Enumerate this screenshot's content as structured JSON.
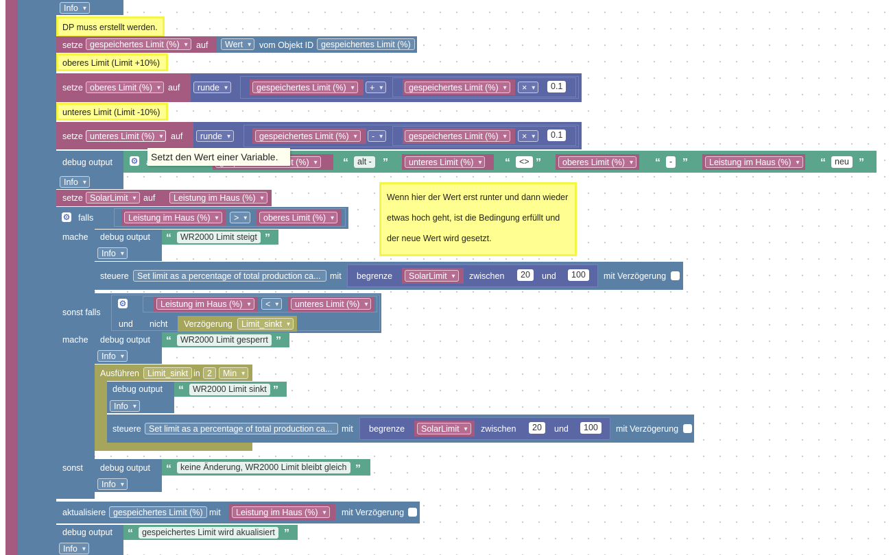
{
  "colors": {
    "variable": "#a55b80",
    "proc": "#5b80a5",
    "logic": "#5ba55b",
    "math": "#5b67a5",
    "text": "#5ba58c",
    "timeout": "#a5a55b",
    "comment": "#fefe91"
  },
  "top": {
    "info": "Info"
  },
  "notes": {
    "dp": "DP muss erstellt werden.",
    "oberes": "oberes Limit (Limit +10%)",
    "unteres": "unteres Limit (Limit -10%)"
  },
  "set1": {
    "setze": "setze",
    "var": "gespeichertes Limit (%)",
    "auf": "auf",
    "wert": "Wert",
    "vom": "vom Objekt ID",
    "oid": "gespeichertes Limit (%)"
  },
  "set2": {
    "setze": "setze",
    "var": "oberes Limit (%)",
    "auf": "auf",
    "runde": "runde",
    "a": "gespeichertes Limit (%)",
    "op": "+",
    "b": "gespeichertes Limit (%)",
    "mul": "×",
    "num": "0.1"
  },
  "set3": {
    "setze": "setze",
    "var": "unteres Limit (%)",
    "auf": "auf",
    "runde": "runde",
    "a": "gespeichertes Limit (%)",
    "op": "-",
    "b": "gespeichertes Limit (%)",
    "mul": "×",
    "num": "0.1"
  },
  "tooltip": "Setzt den Wert einer Variable.",
  "dbg1": {
    "label": "debug output",
    "a": "a",
    "v1": "gespeichertes Limit (%)",
    "t1": "alt -",
    "v2": "unteres Limit (%)",
    "t2": "<>",
    "v3": "oberes Limit (%)",
    "t3": "-",
    "v4": "Leistung im Haus (%)",
    "t4": "neu",
    "info": "Info"
  },
  "set4": {
    "setze": "setze",
    "var": "SolarLimit",
    "auf": "auf",
    "val": "Leistung im Haus (%)"
  },
  "comment": {
    "l1": "Wenn hier der Wert erst runter und dann wieder",
    "l2": "etwas hoch geht, ist die Bedingung erfüllt und",
    "l3": "der neue Wert wird gesetzt."
  },
  "if1": {
    "falls": "falls",
    "a": "Leistung im Haus (%)",
    "op": ">",
    "b": "oberes Limit (%)",
    "mache": "mache"
  },
  "dbg2": {
    "label": "debug output",
    "text": "WR2000 Limit steigt",
    "info": "Info"
  },
  "ctl1": {
    "steuere": "steuere",
    "obj": "Set limit as a percentage of total production ca...",
    "mit": "mit",
    "begrenze": "begrenze",
    "var": "SolarLimit",
    "zwischen": "zwischen",
    "min": "20",
    "und": "und",
    "max": "100",
    "delay": "mit Verzögerung"
  },
  "elif": {
    "sonst_falls": "sonst falls",
    "a": "Leistung im Haus (%)",
    "op": "<",
    "b": "unteres Limit (%)",
    "und": "und",
    "nicht": "nicht",
    "timer_lbl": "Verzögerung",
    "timer": "Limit_sinkt",
    "mache": "mache"
  },
  "dbg3": {
    "label": "debug output",
    "text": "WR2000 Limit gesperrt",
    "info": "Info"
  },
  "timeout": {
    "label": "Ausführen",
    "name": "Limit_sinkt",
    "in": "in",
    "num": "2",
    "unit": "Min"
  },
  "dbg4": {
    "label": "debug output",
    "text": "WR2000 Limit sinkt",
    "info": "Info"
  },
  "ctl2": {
    "steuere": "steuere",
    "obj": "Set limit as a percentage of total production ca...",
    "mit": "mit",
    "begrenze": "begrenze",
    "var": "SolarLimit",
    "zwischen": "zwischen",
    "min": "20",
    "und": "und",
    "max": "100",
    "delay": "mit Verzögerung"
  },
  "else": {
    "sonst": "sonst"
  },
  "dbg5": {
    "label": "debug output",
    "text": "keine Änderung, WR2000 Limit bleibt gleich",
    "info": "Info"
  },
  "upd": {
    "label": "aktualisiere",
    "obj": "gespeichertes Limit (%)",
    "mit": "mit",
    "val": "Leistung im Haus (%)",
    "delay": "mit Verzögerung"
  },
  "dbg6": {
    "label": "debug output",
    "text": "gespeichertes Limit wird akualisiert",
    "info": "Info"
  }
}
